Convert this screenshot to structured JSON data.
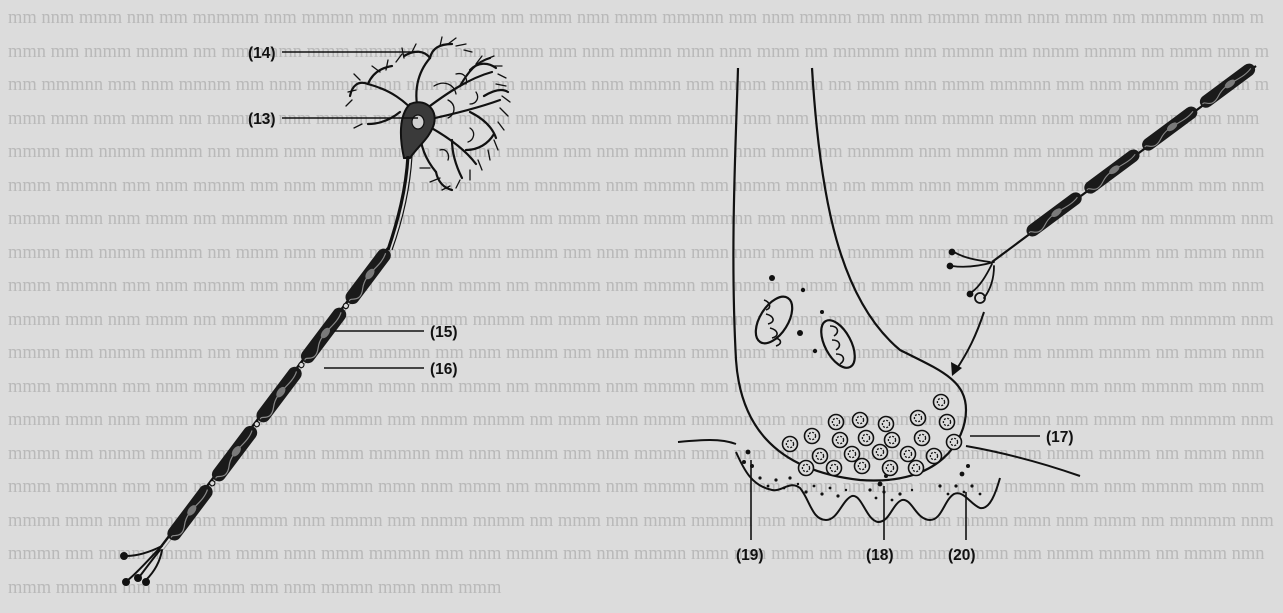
{
  "labels": {
    "l14": "(14)",
    "l13": "(13)",
    "l15": "(15)",
    "l16": "(16)",
    "l17": "(17)",
    "l18": "(18)",
    "l19": "(19)",
    "l20": "(20)"
  },
  "colors": {
    "ink": "#111111",
    "paper": "#dcdcdc",
    "bleed_text": "#b9b9b9"
  }
}
